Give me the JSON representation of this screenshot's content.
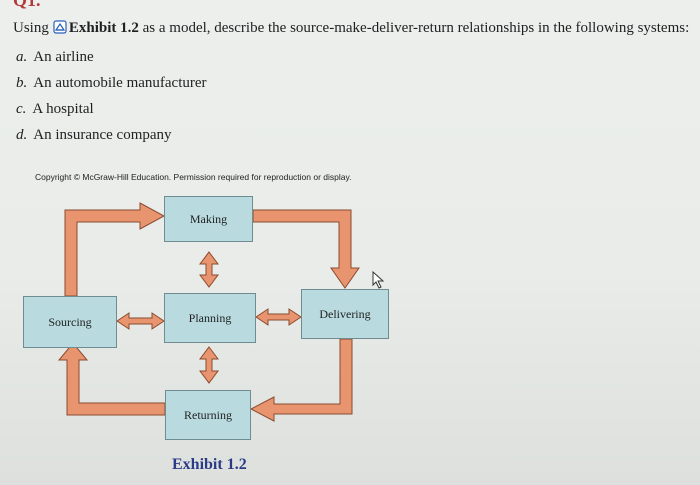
{
  "question": {
    "number": "Q1.",
    "prefix": "Using",
    "link_text": "Exhibit 1.2",
    "suffix": "as a model, describe the source-make-deliver-return relationships in the following systems:",
    "link_icon": "book-icon"
  },
  "options": [
    {
      "letter": "a.",
      "text": "An airline"
    },
    {
      "letter": "b.",
      "text": "An automobile manufacturer"
    },
    {
      "letter": "c.",
      "text": "A hospital"
    },
    {
      "letter": "d.",
      "text": "An insurance company"
    }
  ],
  "figure": {
    "copyright": "Copyright © McGraw-Hill Education. Permission required for reproduction or display.",
    "boxes": {
      "making": "Making",
      "sourcing": "Sourcing",
      "planning": "Planning",
      "delivering": "Delivering",
      "returning": "Returning"
    },
    "caption": "Exhibit 1.2",
    "colors": {
      "box_fill": "#b9dbe0",
      "arrow_fill": "#e8956f",
      "arrow_stroke": "#8a4a2e"
    }
  }
}
